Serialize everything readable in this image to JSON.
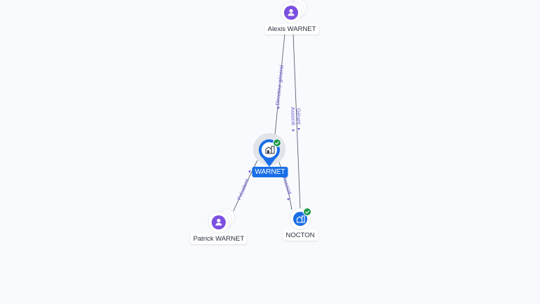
{
  "colors": {
    "background": "#f8fafd",
    "person": "#7b4fe0",
    "company": "#1a6ee6",
    "verified": "#1e9a4a",
    "edge": "#5a6275",
    "edge_label": "#6a5fd0"
  },
  "nodes": [
    {
      "id": "alexis",
      "type": "person",
      "label": "Alexis WARNET",
      "icon": "person-icon",
      "stacked": true
    },
    {
      "id": "warnet",
      "type": "company",
      "label": "WARNET",
      "icon": "building-icon",
      "verified": true,
      "selected": true
    },
    {
      "id": "patrick",
      "type": "person",
      "label": "Patrick WARNET",
      "icon": "person-icon",
      "stacked": true
    },
    {
      "id": "nocton",
      "type": "company",
      "label": "NOCTON",
      "icon": "building-icon",
      "verified": true
    }
  ],
  "edges": [
    {
      "from": "alexis",
      "to": "warnet",
      "label": "Directeur général"
    },
    {
      "from": "alexis",
      "to": "nocton",
      "label_line1": "Gérant",
      "label_line2": "Associé"
    },
    {
      "from": "warnet",
      "to": "patrick",
      "label": "Président"
    },
    {
      "from": "warnet",
      "to": "nocton",
      "label": "Associé"
    }
  ]
}
